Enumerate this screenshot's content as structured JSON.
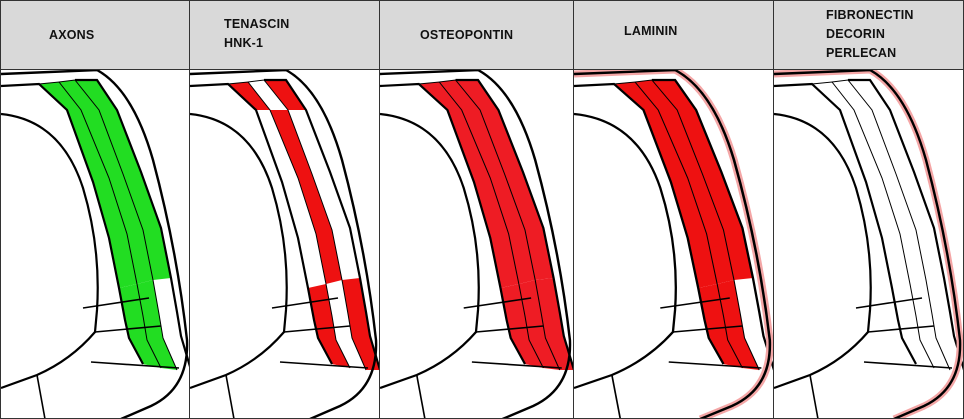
{
  "panels": [
    {
      "id": "axons",
      "lines": [
        "AXONS"
      ],
      "color": "#22dd22",
      "fill": [
        0,
        1,
        2,
        3,
        4,
        5,
        6,
        7
      ],
      "halo": false
    },
    {
      "id": "tenascin",
      "lines": [
        "TENASCIN",
        "HNK-1"
      ],
      "color": "#ee1111",
      "fill": [
        0,
        2,
        4,
        6,
        8,
        10
      ],
      "halo": false
    },
    {
      "id": "osteopontin",
      "lines": [
        "OSTEOPONTIN"
      ],
      "color": "#ee1c24",
      "fill": [
        0,
        1,
        2,
        3,
        4,
        5,
        6,
        7,
        8,
        9,
        10,
        11
      ],
      "halo": false
    },
    {
      "id": "laminin",
      "lines": [
        "LAMININ"
      ],
      "color": "#ee1111",
      "fill": [
        0,
        1,
        2,
        3,
        4,
        5,
        6,
        7
      ],
      "halo": true
    },
    {
      "id": "fibronectin",
      "lines": [
        "FIBRONECTIN",
        "DECORIN",
        "PERLECAN"
      ],
      "color": "#ee1111",
      "fill": [],
      "halo": true
    }
  ]
}
